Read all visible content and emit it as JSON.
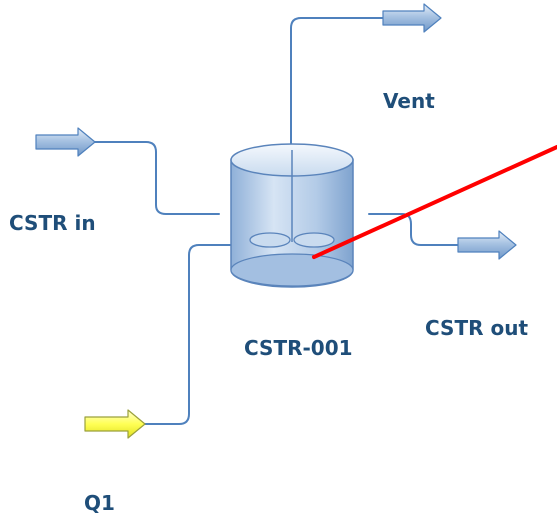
{
  "diagram": {
    "labels": {
      "vent": "Vent",
      "cstr_in": "CSTR in",
      "cstr_out": "CSTR out",
      "reactor": "CSTR-001",
      "q1": "Q1"
    }
  },
  "colors": {
    "material_arrow_fill": "#9fbfe0",
    "material_arrow_stroke": "#4f81bd",
    "energy_arrow_fill": "#ffff66",
    "energy_arrow_stroke": "#9aa03c",
    "pipe": "#4f81bd",
    "label_text": "#1f4e79",
    "pointer_line": "#ff0000",
    "reactor_body": "#a9c6e8"
  },
  "icons": {
    "reactor": "cstr-vessel-with-agitator-icon",
    "material_stream": "block-arrow-icon",
    "energy_stream": "block-arrow-icon"
  }
}
